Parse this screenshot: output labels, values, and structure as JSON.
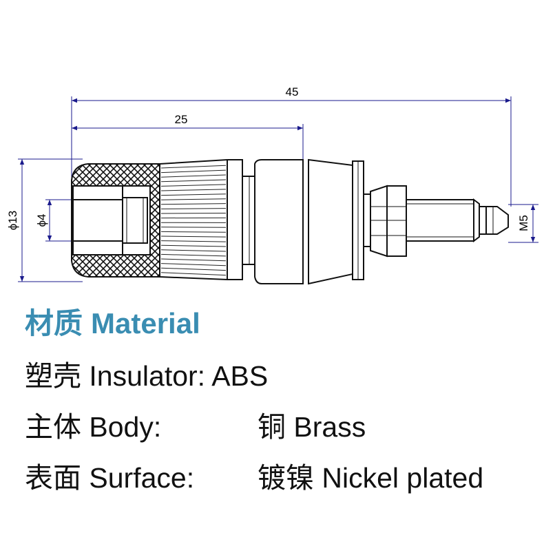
{
  "drawing": {
    "dimensions": {
      "overall_length": "45",
      "cap_length": "25",
      "cap_diameter": "ϕ13",
      "hole_diameter": "ϕ4",
      "thread": "M5"
    },
    "colors": {
      "dimension_line": "#1a1a8c",
      "outline": "#111111",
      "ribbing": "#222222"
    }
  },
  "material": {
    "heading_cn": "材质",
    "heading_en": "Material",
    "heading_color": "#3a8db2",
    "rows": [
      {
        "label_cn": "塑壳",
        "label_en": "Insulator:",
        "value": "ABS"
      },
      {
        "label_cn": "主体",
        "label_en": "Body:",
        "value_cn": "铜",
        "value_en": "Brass"
      },
      {
        "label_cn": "表面",
        "label_en": "Surface:",
        "value_cn": "镀镍",
        "value_en": "Nickel plated"
      }
    ]
  }
}
